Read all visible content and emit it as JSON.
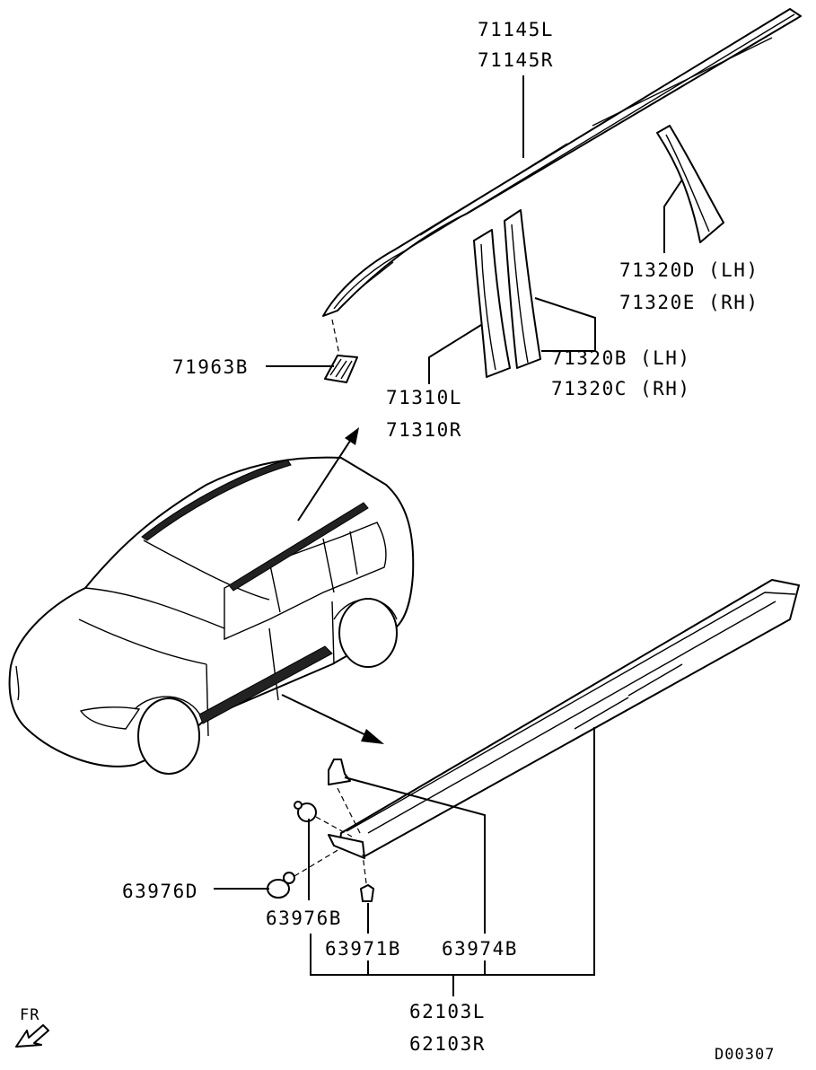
{
  "labels": {
    "roof_molding_l": "71145L",
    "roof_molding_r": "71145R",
    "clip_71963": "71963B",
    "pillar_71310l": "71310L",
    "pillar_71310r": "71310R",
    "pillar_71320b": "71320B (LH)",
    "pillar_71320c": "71320C (RH)",
    "pillar_71320d": "71320D (LH)",
    "pillar_71320e": "71320E (RH)",
    "fastener_63976d": "63976D",
    "fastener_63976b": "63976B",
    "screw_63971b": "63971B",
    "clip_63974b": "63974B",
    "sill_62103l": "62103L",
    "sill_62103r": "62103R",
    "front_marker": "FR",
    "diagram_code": "D00307"
  },
  "colors": {
    "line": "#000000",
    "background": "#ffffff"
  },
  "icons": {
    "front_arrow": "arrow-down-left-icon"
  }
}
